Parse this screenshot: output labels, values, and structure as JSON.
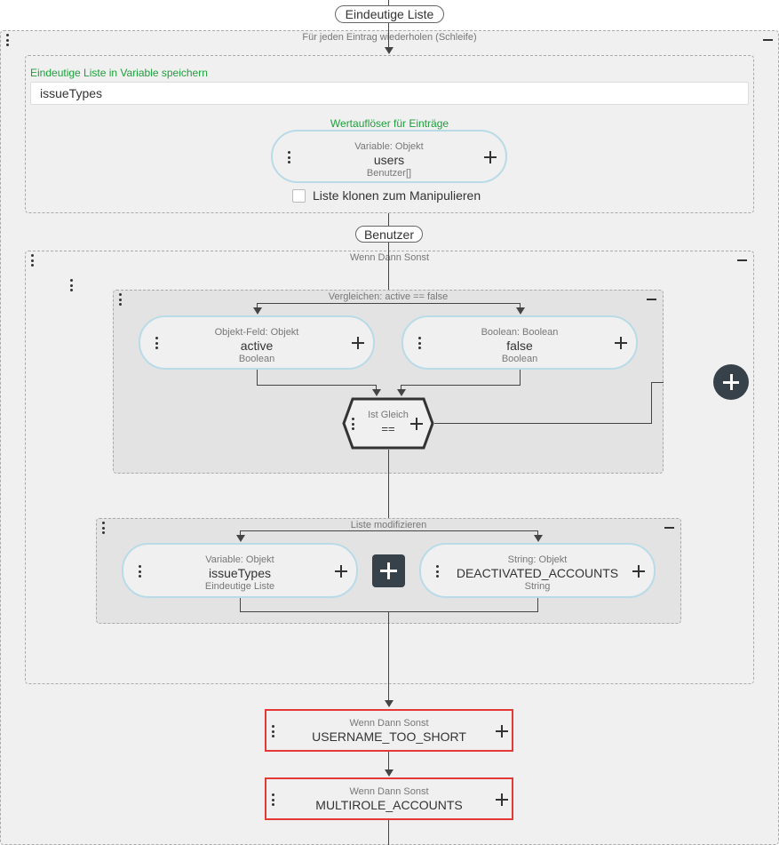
{
  "top_pill": "Eindeutige Liste",
  "loop": {
    "title": "Für jeden Eintrag wiederholen (Schleife)",
    "store": {
      "label": "Eindeutige Liste in Variable speichern",
      "value": "issueTypes"
    },
    "resolver": {
      "label": "Wertauflöser für Einträge",
      "node": {
        "l1": "Variable: Objekt",
        "l2": "users",
        "l3": "Benutzer[]"
      }
    },
    "clone_label": "Liste klonen zum Manipulieren",
    "clone_checked": false
  },
  "mid_pill": "Benutzer",
  "ifelse": {
    "title": "Wenn Dann Sonst",
    "compare": {
      "title": "Vergleichen: active == false",
      "left": {
        "l1": "Objekt-Feld: Objekt",
        "l2": "active",
        "l3": "Boolean"
      },
      "right": {
        "l1": "Boolean: Boolean",
        "l2": "false",
        "l3": "Boolean"
      },
      "op": {
        "l1": "Ist Gleich",
        "l2": "=="
      }
    },
    "modify": {
      "title": "Liste modifizieren",
      "left": {
        "l1": "Variable: Objekt",
        "l2": "issueTypes",
        "l3": "Eindeutige Liste"
      },
      "right": {
        "l1": "String: Objekt",
        "l2": "DEACTIVATED_ACCOUNTS",
        "l3": "String"
      }
    }
  },
  "bottom_nodes": [
    {
      "l1": "Wenn Dann Sonst",
      "l2": "USERNAME_TOO_SHORT"
    },
    {
      "l1": "Wenn Dann Sonst",
      "l2": "MULTIROLE_ACCOUNTS"
    }
  ],
  "colors": {
    "node_border": "#b9dbe8",
    "error_border": "#e53935",
    "label_green": "#1e9e3c"
  }
}
